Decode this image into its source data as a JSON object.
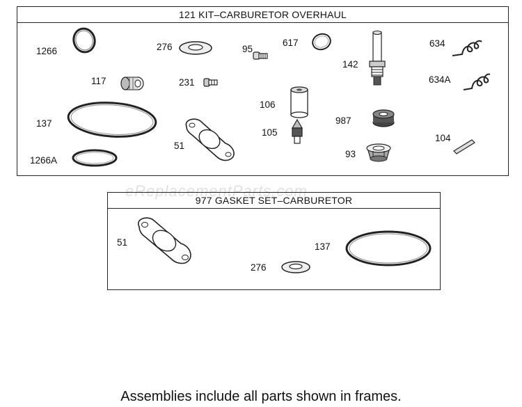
{
  "kit": {
    "title": "121 KIT–CARBURETOR OVERHAUL",
    "labels": {
      "p1266": "1266",
      "p276": "276",
      "p95": "95",
      "p617": "617",
      "p634": "634",
      "p142": "142",
      "p634a": "634A",
      "p117": "117",
      "p231": "231",
      "p106": "106",
      "p137": "137",
      "p987": "987",
      "p105": "105",
      "p51": "51",
      "p104": "104",
      "p1266a": "1266A",
      "p93": "93"
    }
  },
  "gasket": {
    "title": "977 GASKET SET–CARBURETOR",
    "labels": {
      "p51": "51",
      "p137": "137",
      "p276": "276"
    }
  },
  "watermark": "eReplacementParts.com",
  "footer": "Assemblies include all parts shown in frames."
}
